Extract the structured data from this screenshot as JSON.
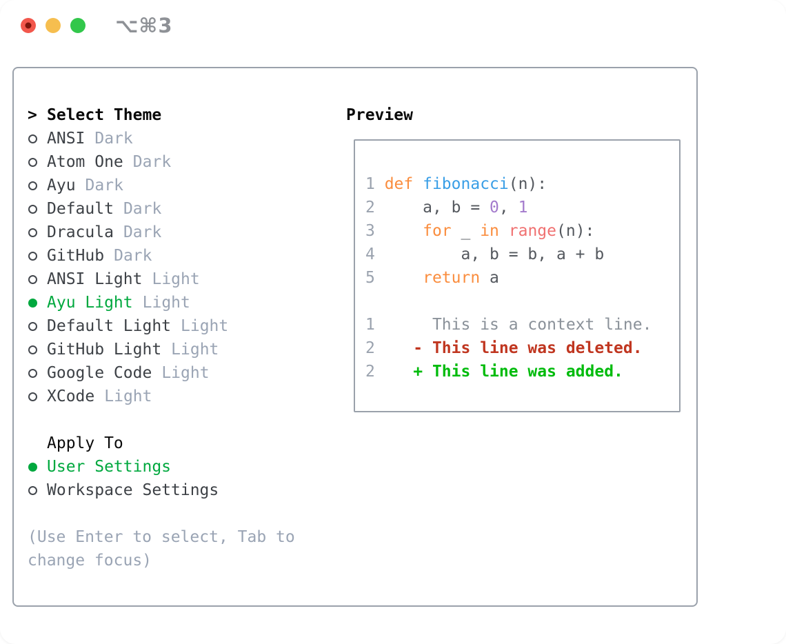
{
  "window": {
    "title_shortcut": "⌥⌘3",
    "traffic_lights": [
      {
        "name": "close-button",
        "color": "#F2574C",
        "dot": "#7E150C"
      },
      {
        "name": "minimize-button",
        "color": "#F6BE4F"
      },
      {
        "name": "zoom-button",
        "color": "#32C74B"
      }
    ]
  },
  "colors": {
    "panel_border": "#9AA1AB",
    "title_gray": "#8E9196",
    "text_dark": "#3D4146",
    "muted": "#9AA4B4",
    "selection_green": "#00A83E",
    "keyword": "#FA8D3E",
    "function": "#399EE6",
    "number_literal": "#A37ACC",
    "special": "#F07171",
    "plain_code": "#54585E",
    "lineno": "#9AA2AE",
    "context": "#8A9199",
    "deleted": "#C03620",
    "added": "#00BB0C"
  },
  "theme_selector": {
    "cursor": ">",
    "header": "Select Theme",
    "items": [
      {
        "name": "ANSI",
        "variant": "Dark",
        "selected": false
      },
      {
        "name": "Atom One",
        "variant": "Dark",
        "selected": false
      },
      {
        "name": "Ayu",
        "variant": "Dark",
        "selected": false
      },
      {
        "name": "Default",
        "variant": "Dark",
        "selected": false
      },
      {
        "name": "Dracula",
        "variant": "Dark",
        "selected": false
      },
      {
        "name": "GitHub",
        "variant": "Dark",
        "selected": false
      },
      {
        "name": "ANSI Light",
        "variant": "Light",
        "selected": false
      },
      {
        "name": "Ayu Light",
        "variant": "Light",
        "selected": true
      },
      {
        "name": "Default Light",
        "variant": "Light",
        "selected": false
      },
      {
        "name": "GitHub Light",
        "variant": "Light",
        "selected": false
      },
      {
        "name": "Google Code",
        "variant": "Light",
        "selected": false
      },
      {
        "name": "XCode",
        "variant": "Light",
        "selected": false
      }
    ],
    "apply_to": {
      "label": "Apply To",
      "options": [
        {
          "label": "User Settings",
          "selected": true
        },
        {
          "label": "Workspace Settings",
          "selected": false
        }
      ]
    },
    "hint_lines": [
      "(Use Enter to select, Tab to",
      "change focus)"
    ]
  },
  "preview": {
    "title": "Preview",
    "code_lines": [
      {
        "num": "1",
        "tokens": [
          [
            "kw",
            "def"
          ],
          [
            "pl",
            " "
          ],
          [
            "fn",
            "fibonacci"
          ],
          [
            "pl",
            "(n):"
          ]
        ]
      },
      {
        "num": "2",
        "tokens": [
          [
            "pl",
            "    a, b = "
          ],
          [
            "num",
            "0"
          ],
          [
            "pl",
            ", "
          ],
          [
            "num",
            "1"
          ]
        ]
      },
      {
        "num": "3",
        "tokens": [
          [
            "pl",
            "    "
          ],
          [
            "kw",
            "for"
          ],
          [
            "pl",
            " _ "
          ],
          [
            "kw",
            "in"
          ],
          [
            "pl",
            " "
          ],
          [
            "sp",
            "range"
          ],
          [
            "pl",
            "(n):"
          ]
        ]
      },
      {
        "num": "4",
        "tokens": [
          [
            "pl",
            "        a, b = b, a + b"
          ]
        ]
      },
      {
        "num": "5",
        "tokens": [
          [
            "pl",
            "    "
          ],
          [
            "kw",
            "return"
          ],
          [
            "pl",
            " a"
          ]
        ]
      },
      {
        "num": "",
        "tokens": []
      }
    ],
    "diff_lines": [
      {
        "num": "1",
        "marker": " ",
        "text": "This is a context line.",
        "type": "context"
      },
      {
        "num": "2",
        "marker": "-",
        "text": "This line was deleted.",
        "type": "deleted"
      },
      {
        "num": "2",
        "marker": "+",
        "text": "This line was added.",
        "type": "added"
      }
    ]
  }
}
